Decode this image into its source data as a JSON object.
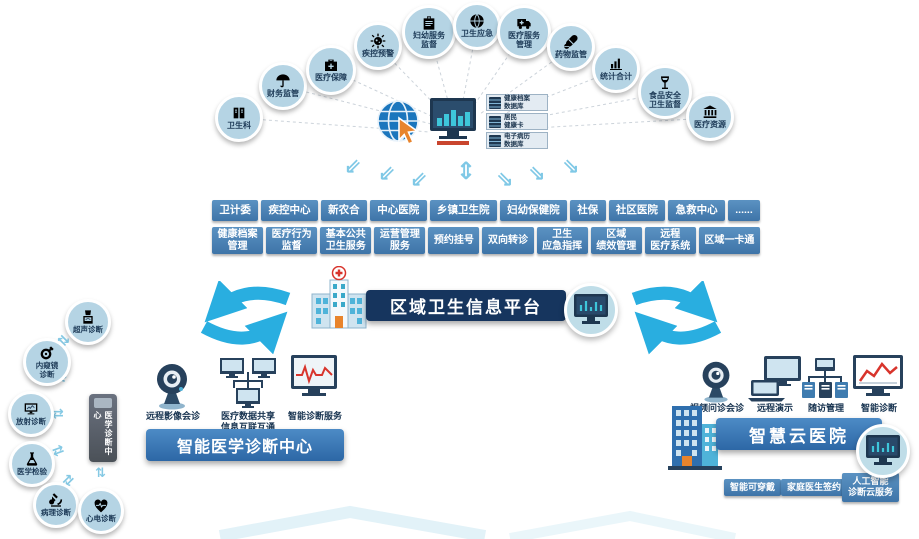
{
  "platform": {
    "title": "区域卫生信息平台",
    "databases": [
      {
        "label": "健康档案\n数据库"
      },
      {
        "label": "居民\n健康卡"
      },
      {
        "label": "电子病历\n数据库"
      }
    ]
  },
  "supervision": {
    "items": [
      {
        "label": "卫生科",
        "icon": "books-icon"
      },
      {
        "label": "财务监管",
        "icon": "umbrella-icon"
      },
      {
        "label": "医疗保障",
        "icon": "first-aid-kit-icon"
      },
      {
        "label": "疾控预警",
        "icon": "virus-icon"
      },
      {
        "label": "妇幼服务\n监督",
        "icon": "clipboard-icon"
      },
      {
        "label": "卫生应急",
        "icon": "globe-icon"
      },
      {
        "label": "医疗服务\n管理",
        "icon": "ambulance-icon"
      },
      {
        "label": "药物监管",
        "icon": "pill-icon"
      },
      {
        "label": "统计合计",
        "icon": "bar-chart-icon"
      },
      {
        "label": "食品安全\n卫生监督",
        "icon": "wine-glass-icon"
      },
      {
        "label": "医疗资源",
        "icon": "bank-icon"
      }
    ]
  },
  "orgs_row": [
    {
      "label": "卫计委"
    },
    {
      "label": "疾控中心"
    },
    {
      "label": "新农合"
    },
    {
      "label": "中心医院"
    },
    {
      "label": "乡镇卫生院"
    },
    {
      "label": "妇幼保健院"
    },
    {
      "label": "社保"
    },
    {
      "label": "社区医院"
    },
    {
      "label": "急救中心"
    },
    {
      "label": "......"
    }
  ],
  "services_row": [
    {
      "label": "健康档案\n管理"
    },
    {
      "label": "医疗行为\n监督"
    },
    {
      "label": "基本公共\n卫生服务"
    },
    {
      "label": "运营管理\n服务"
    },
    {
      "label": "预约挂号"
    },
    {
      "label": "双向转诊"
    },
    {
      "label": "卫生\n应急指挥"
    },
    {
      "label": "区域\n绩效管理"
    },
    {
      "label": "远程\n医疗系统"
    },
    {
      "label": "区域一卡通"
    }
  ],
  "diagnosis_center": {
    "title": "智能医学诊断中心",
    "device_label": "医学诊断中心",
    "modalities": [
      {
        "label": "超声诊断",
        "icon": "ultrasound-icon"
      },
      {
        "label": "内窥镜\n诊断",
        "icon": "endoscope-icon"
      },
      {
        "label": "放射诊断",
        "icon": "radiology-monitor-icon"
      },
      {
        "label": "医学检验",
        "icon": "lab-flask-icon"
      },
      {
        "label": "病理诊断",
        "icon": "microscope-icon"
      },
      {
        "label": "心电诊断",
        "icon": "heart-ecg-icon"
      }
    ],
    "services": [
      {
        "label": "远程影像会诊",
        "icon": "webcam-icon"
      },
      {
        "label": "医疗数据共享\n信息互联互通",
        "icon": "network-monitors-icon"
      },
      {
        "label": "智能诊断服务",
        "icon": "ecg-monitor-icon"
      }
    ]
  },
  "cloud_hospital": {
    "title": "智慧云医院",
    "services": [
      {
        "label": "视频问诊会诊",
        "icon": "webcam-icon"
      },
      {
        "label": "远程演示",
        "icon": "laptop-monitor-icon"
      },
      {
        "label": "随访管理",
        "icon": "org-chart-icon"
      },
      {
        "label": "智能诊断",
        "icon": "chart-monitor-icon"
      }
    ],
    "programs": [
      {
        "label": "智能可穿戴"
      },
      {
        "label": "家庭医生签约"
      },
      {
        "label": "人工智能\n诊断云服务"
      }
    ]
  },
  "colors": {
    "button_blue": "#4a80b4",
    "banner_navy": "#16355e",
    "banner_blue": "#3e74a8",
    "swoosh_cyan": "#29aee0",
    "circle_fill": "#b5d4e4",
    "icon_navy": "#27415c",
    "pulse_red": "#d8342c",
    "cursor_orange": "#e8842c"
  }
}
